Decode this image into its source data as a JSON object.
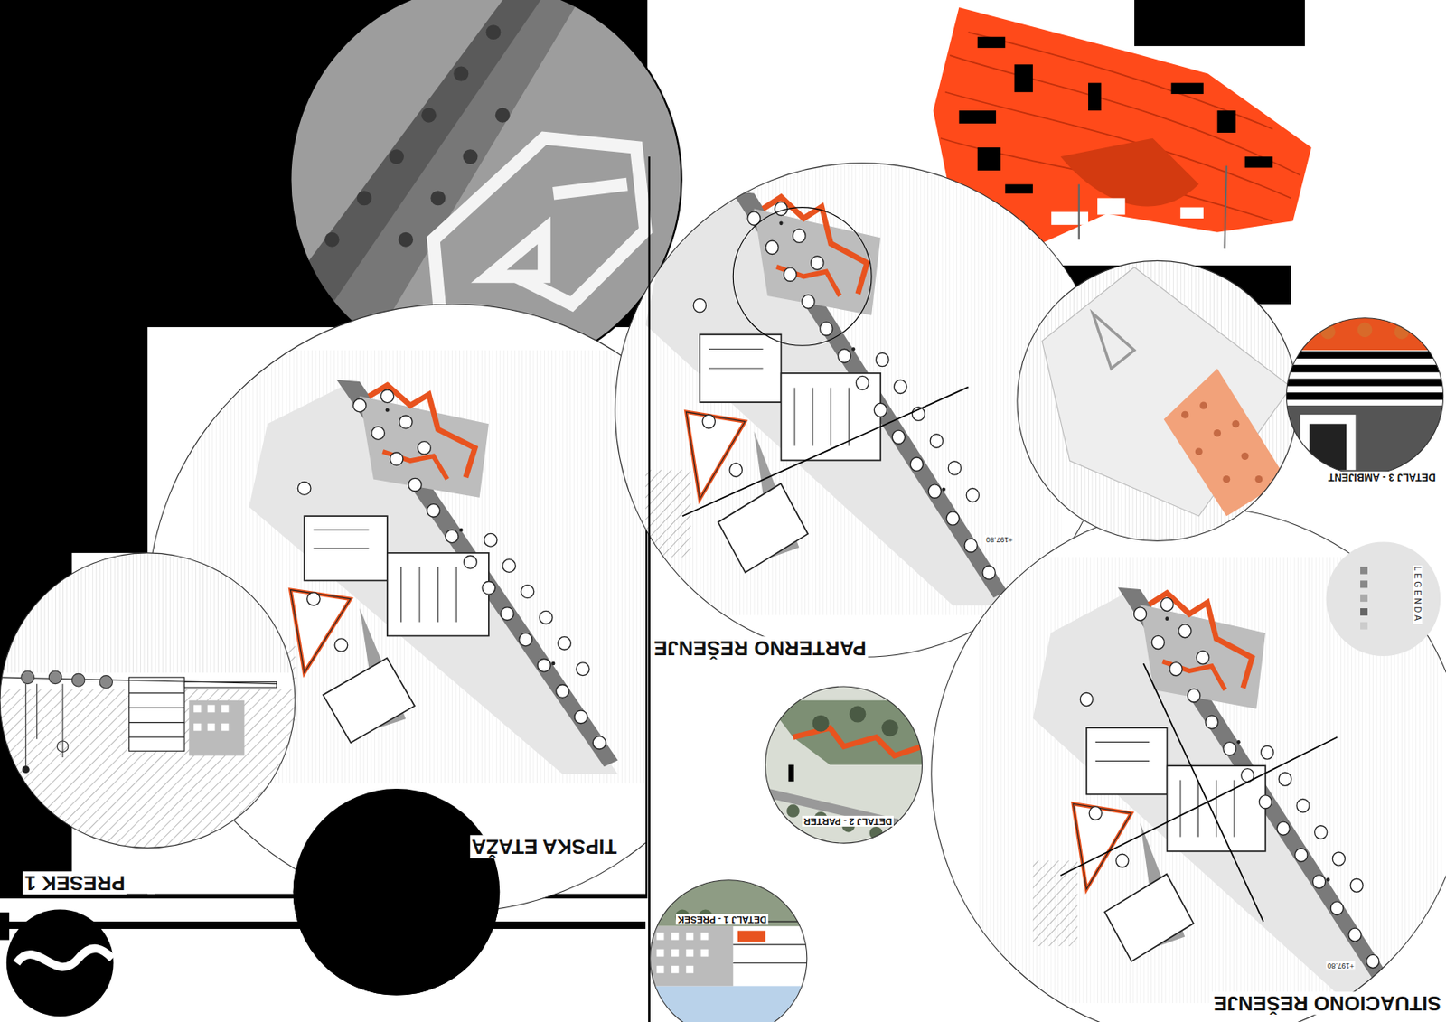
{
  "diagram": {
    "nodes": [
      {
        "text": [
          "PRESEK 1"
        ]
      },
      {
        "text": [
          "TIPSKA ETAŽA"
        ]
      },
      {
        "text": [
          "PARTERNO REŠENJE"
        ]
      },
      {
        "text": [
          "DETALJ 3 - AMBIJENT"
        ]
      },
      {
        "text": [
          "DETALJ 2 - PARTER"
        ]
      },
      {
        "text": [
          "DETALJ 1 - PRESEK"
        ]
      },
      {
        "text": [
          "SITUACIONO REŠENJE"
        ]
      }
    ],
    "labels": [
      "+197.80",
      "+197.80",
      "LEGENDA"
    ]
  }
}
